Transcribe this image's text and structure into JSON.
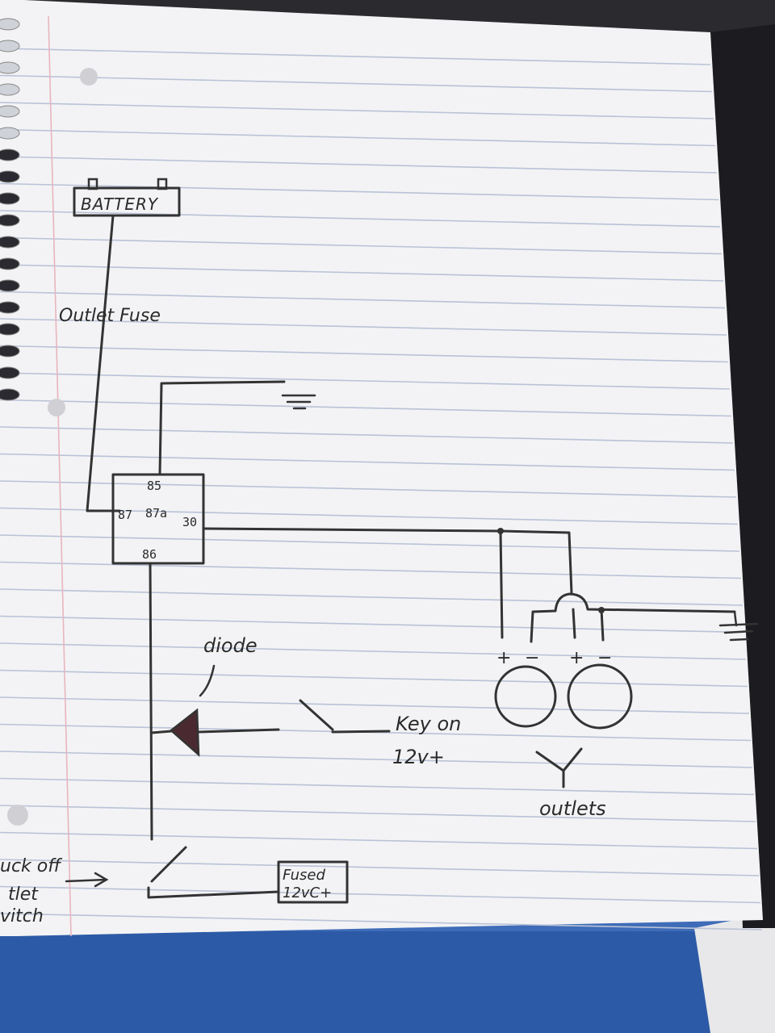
{
  "labels": {
    "battery": "BATTERY",
    "outlet_fuse": "Outlet Fuse",
    "pin_85": "85",
    "pin_87": "87",
    "pin_87a": "87a",
    "pin_30": "30",
    "pin_86": "86",
    "diode": "diode",
    "key_on_line1": "Key on",
    "key_on_line2": "12v+",
    "outlets": "outlets",
    "plus1": "+",
    "minus1": "−",
    "plus2": "+",
    "minus2": "−",
    "fused_line1": "Fused",
    "fused_line2": "12vC+",
    "switch_line1": "uck off",
    "switch_line2": "tlet",
    "switch_line3": "vitch"
  },
  "colors": {
    "paper": "#f3f3f5",
    "ink": "#2a2a2a",
    "rule_line": "#b9c2d6",
    "margin_line": "#e8b5bf",
    "diode_fill": "#4a2a30",
    "mat_blue": "#2c5aa6",
    "backdrop": "#2b2b2f"
  }
}
